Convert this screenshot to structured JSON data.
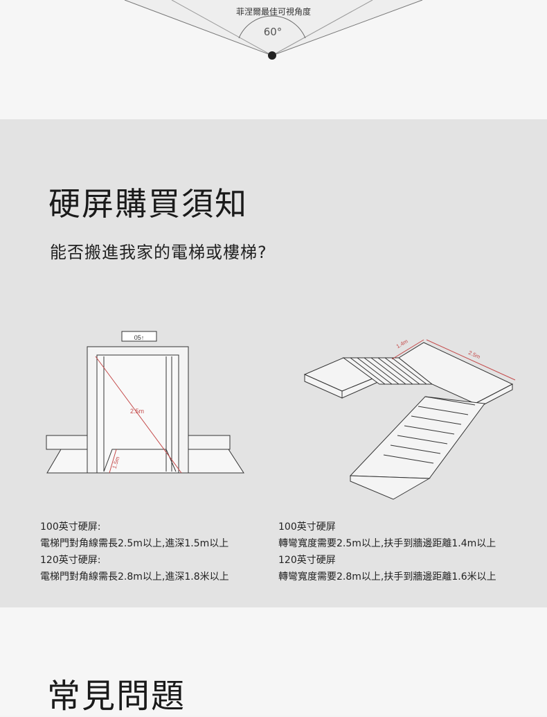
{
  "viewing_angle": {
    "caption": "菲涅爾最佳可視角度",
    "angle": "60°"
  },
  "purchase_notes": {
    "title": "硬屏購買須知",
    "subtitle": "能否搬進我家的電梯或樓梯?",
    "elevator_figure": {
      "sign": "05↑",
      "diagonal_label": "2.5m",
      "depth_label": "1.5m"
    },
    "stairs_figure": {
      "rail_label": "1.4m",
      "width_label": "2.5m"
    },
    "elevator_requirements": [
      "100英寸硬屏:",
      "電梯門對角線需長2.5m以上,進深1.5m以上",
      "120英寸硬屏:",
      "電梯門對角線需長2.8m以上,進深1.8米以上"
    ],
    "stairs_requirements": [
      "100英寸硬屏",
      "轉彎寬度需要2.5m以上,扶手到牆邊距離1.4m以上",
      "120英寸硬屏",
      "轉彎寬度需要2.8m以上,扶手到牆邊距離1.6米以上"
    ]
  },
  "faq": {
    "title": "常見問題"
  },
  "colors": {
    "dimension_red": "#c44a4a",
    "line_dark": "#333333"
  }
}
